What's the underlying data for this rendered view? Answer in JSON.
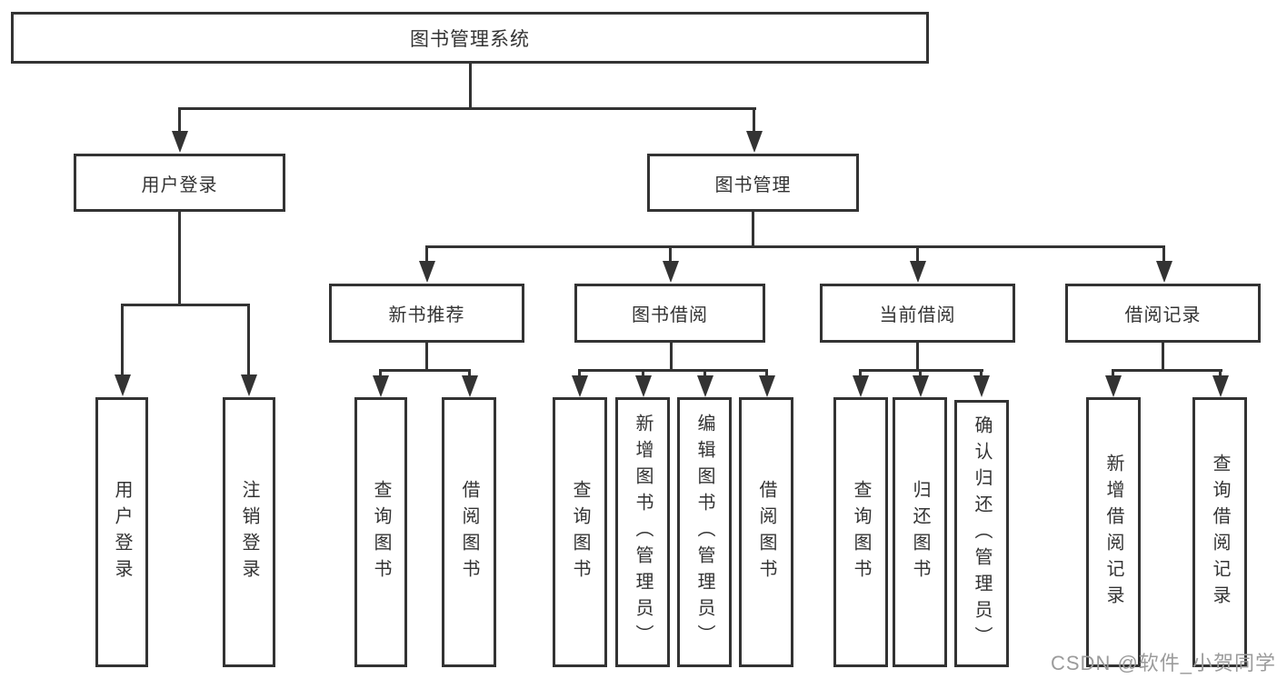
{
  "diagram": {
    "root": {
      "label": "图书管理系统"
    },
    "branches": [
      {
        "label": "用户登录",
        "children": [
          {
            "label": "用户登录"
          },
          {
            "label": "注销登录"
          }
        ]
      },
      {
        "label": "图书管理",
        "children": [
          {
            "label": "新书推荐",
            "children": [
              {
                "label": "查询图书"
              },
              {
                "label": "借阅图书"
              }
            ]
          },
          {
            "label": "图书借阅",
            "children": [
              {
                "label": "查询图书"
              },
              {
                "label": "新增图书（管理员）"
              },
              {
                "label": "编辑图书（管理员）"
              },
              {
                "label": "借阅图书"
              }
            ]
          },
          {
            "label": "当前借阅",
            "children": [
              {
                "label": "查询图书"
              },
              {
                "label": "归还图书"
              },
              {
                "label": "确认归还（管理员）"
              }
            ]
          },
          {
            "label": "借阅记录",
            "children": [
              {
                "label": "新增借阅记录"
              },
              {
                "label": "查询借阅记录"
              }
            ]
          }
        ]
      }
    ]
  },
  "watermark": {
    "text": "CSDN @软件_小贺同学",
    "color": "#9b9b9b"
  },
  "colors": {
    "line": "#333333",
    "text": "#333333",
    "background": "#ffffff"
  }
}
